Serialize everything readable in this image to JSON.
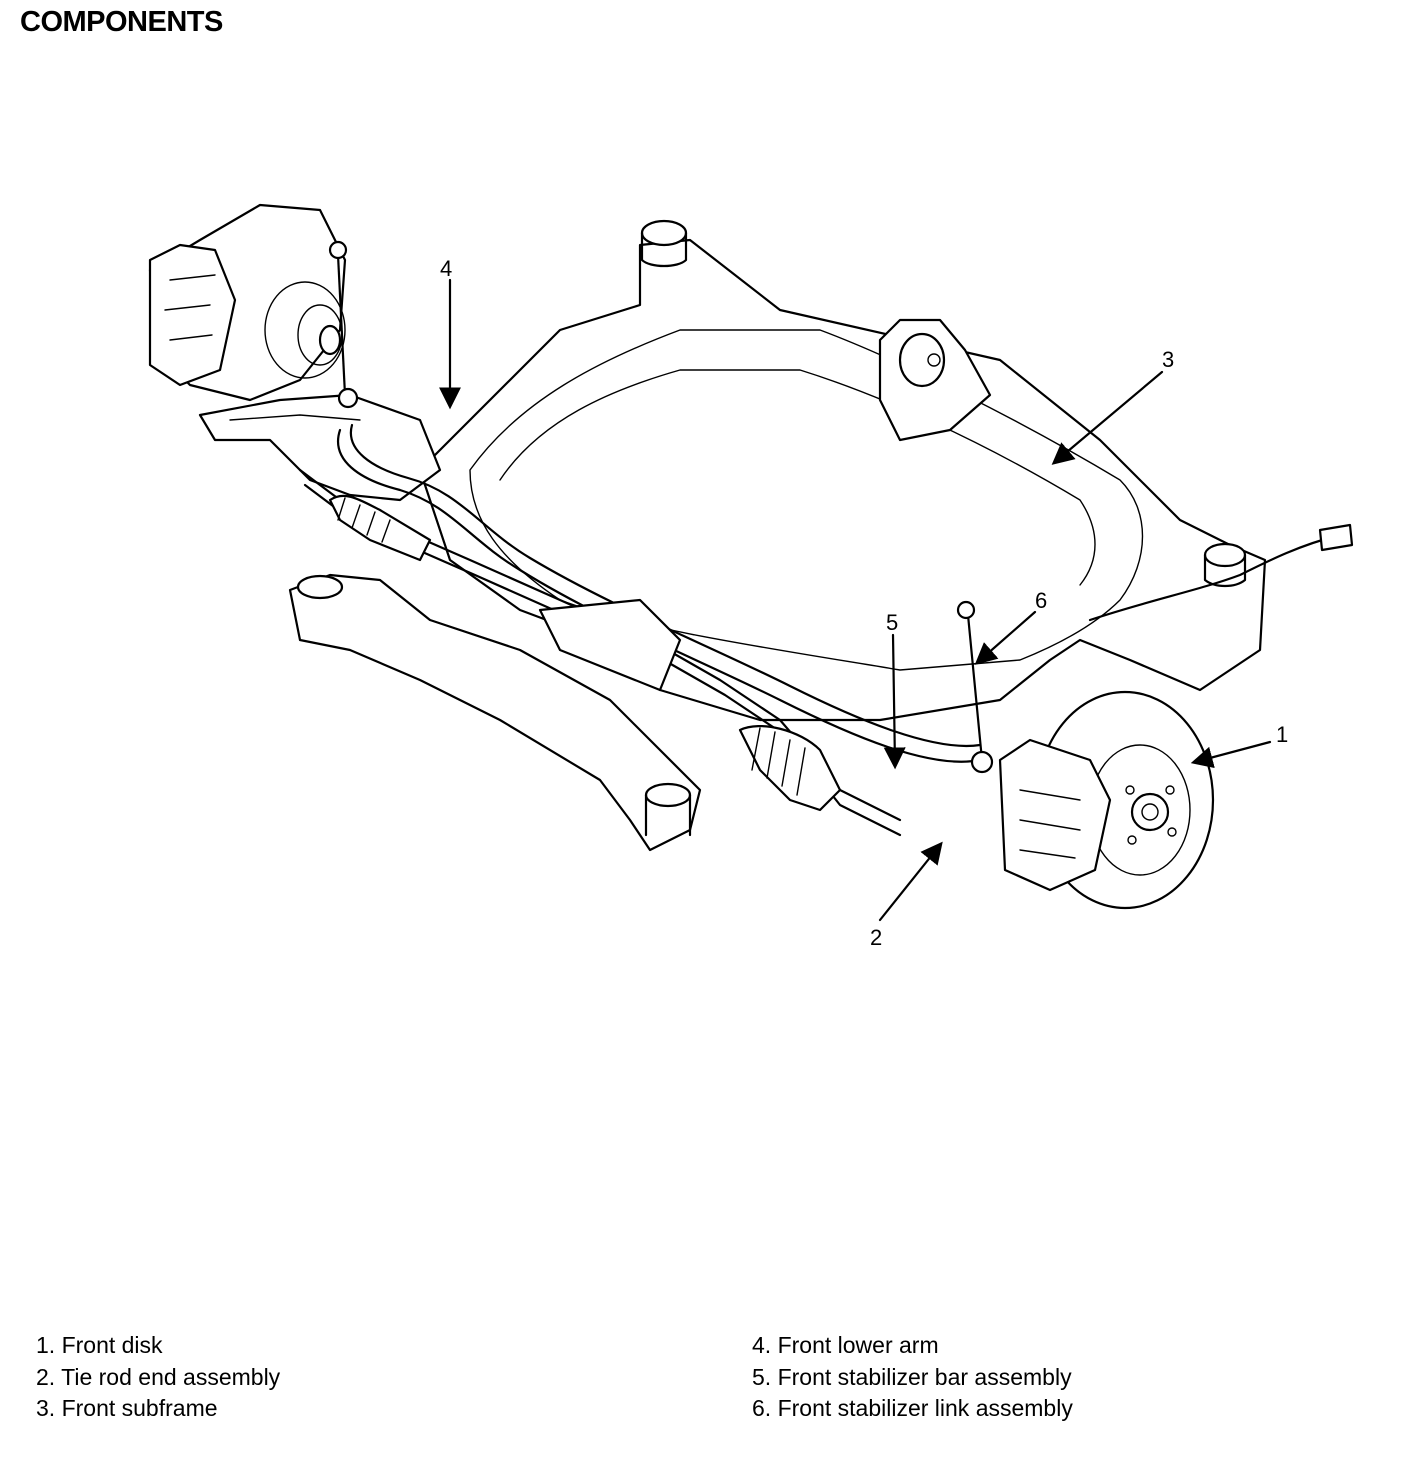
{
  "title": "COMPONENTS",
  "callouts": [
    "1",
    "2",
    "3",
    "4",
    "5",
    "6"
  ],
  "legend": {
    "left": [
      "1. Front disk",
      "2. Tie rod end assembly",
      "3. Front subframe"
    ],
    "right": [
      "4. Front lower arm",
      "5. Front stabilizer bar assembly",
      "6. Front stabilizer link assembly"
    ]
  }
}
